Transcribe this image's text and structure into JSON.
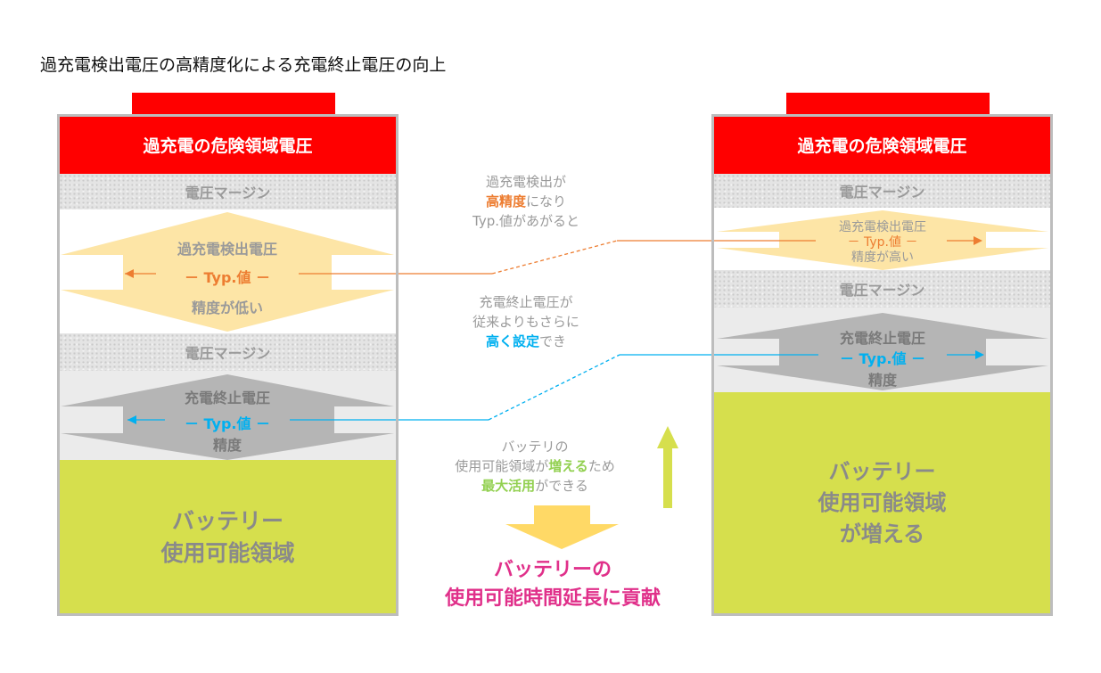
{
  "title": "過充電検出電圧の高精度化による充電終止電圧の向上",
  "left": {
    "danger": "過充電の危険領域電圧",
    "margin_top": "電圧マージン",
    "ovp_label": "過充電検出電圧",
    "ovp_typ": "－ Typ.値 －",
    "ovp_acc": "精度が低い",
    "margin_mid": "電圧マージン",
    "charge_label": "充電終止電圧",
    "charge_typ": "－ Typ.値 －",
    "charge_acc": "精度",
    "usable_l1": "バッテリー",
    "usable_l2": "使用可能領域"
  },
  "right": {
    "danger": "過充電の危険領域電圧",
    "margin_top": "電圧マージン",
    "ovp_label": "過充電検出電圧",
    "ovp_typ": "－ Typ.値 －",
    "ovp_acc": "精度が高い",
    "margin_mid": "電圧マージン",
    "charge_label": "充電終止電圧",
    "charge_typ": "－ Typ.値 －",
    "charge_acc": "精度",
    "usable_l1": "バッテリー",
    "usable_l2": "使用可能領域",
    "usable_l3": "が増える"
  },
  "center": {
    "note1_l1": "過充電検出が",
    "note1_hl": "高精度",
    "note1_l2_rest": "になり",
    "note1_l3": "Typ.値があがると",
    "note2_l1": "充電終止電圧が",
    "note2_l2": "従来よりもさらに",
    "note2_hl": "高く設定",
    "note2_l3_rest": "でき",
    "note3_l1": "バッテリの",
    "note3_l2_pre": "使用可能領域が",
    "note3_hl1": "増える",
    "note3_l2_post": "ため",
    "note3_hl2": "最大活用",
    "note3_l3_rest": "ができる",
    "result_l1": "バッテリーの",
    "result_l2": "使用可能時間延長に貢献"
  },
  "colors": {
    "danger": "#ff0000",
    "ovp_arrow": "#fde5a6",
    "charge_arrow": "#b5b5b5",
    "usable": "#d6df4d",
    "orange_text": "#ed7d31",
    "blue_text": "#00b0f0",
    "green_text": "#92d050",
    "magenta_text": "#e0308a",
    "down_arrow": "#ffd966",
    "up_arrow": "#d6df4d"
  }
}
